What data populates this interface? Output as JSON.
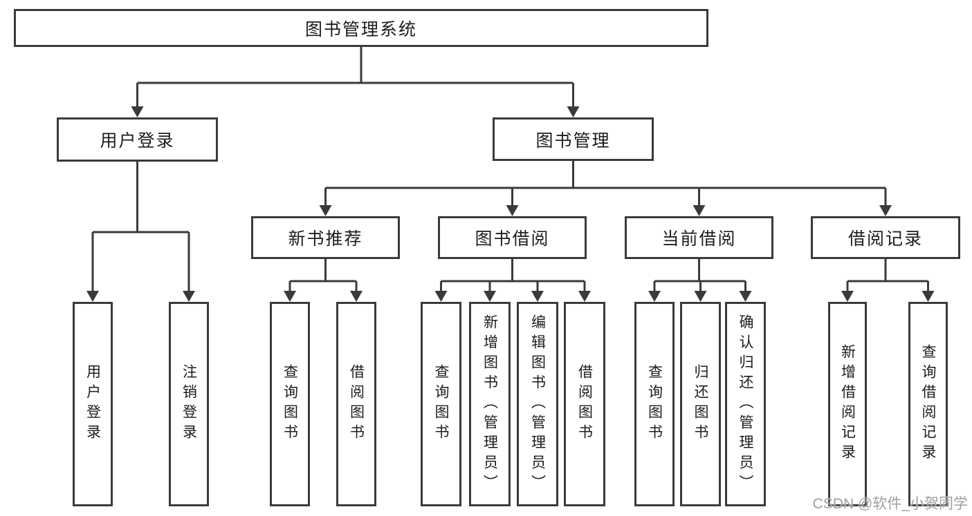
{
  "colors": {
    "line": "#3a3a3a",
    "text": "#1c1c1c",
    "bg": "#ffffff",
    "watermark": "#9b9ea3"
  },
  "watermark": {
    "text": "CSDN @软件_小贺同学"
  },
  "tree": {
    "root": {
      "label": "图书管理系统"
    },
    "children": [
      {
        "label": "用户登录",
        "children": [
          {
            "label": "用户登录"
          },
          {
            "label": "注销登录"
          }
        ]
      },
      {
        "label": "图书管理",
        "children": [
          {
            "label": "新书推荐",
            "children": [
              {
                "label": "查询图书"
              },
              {
                "label": "借阅图书"
              }
            ]
          },
          {
            "label": "图书借阅",
            "children": [
              {
                "label": "查询图书"
              },
              {
                "label": "新增图书（管理员）"
              },
              {
                "label": "编辑图书（管理员）"
              },
              {
                "label": "借阅图书"
              }
            ]
          },
          {
            "label": "当前借阅",
            "children": [
              {
                "label": "查询图书"
              },
              {
                "label": "归还图书"
              },
              {
                "label": "确认归还（管理员）"
              }
            ]
          },
          {
            "label": "借阅记录",
            "children": [
              {
                "label": "新增借阅记录"
              },
              {
                "label": "查询借阅记录"
              }
            ]
          }
        ]
      }
    ]
  }
}
